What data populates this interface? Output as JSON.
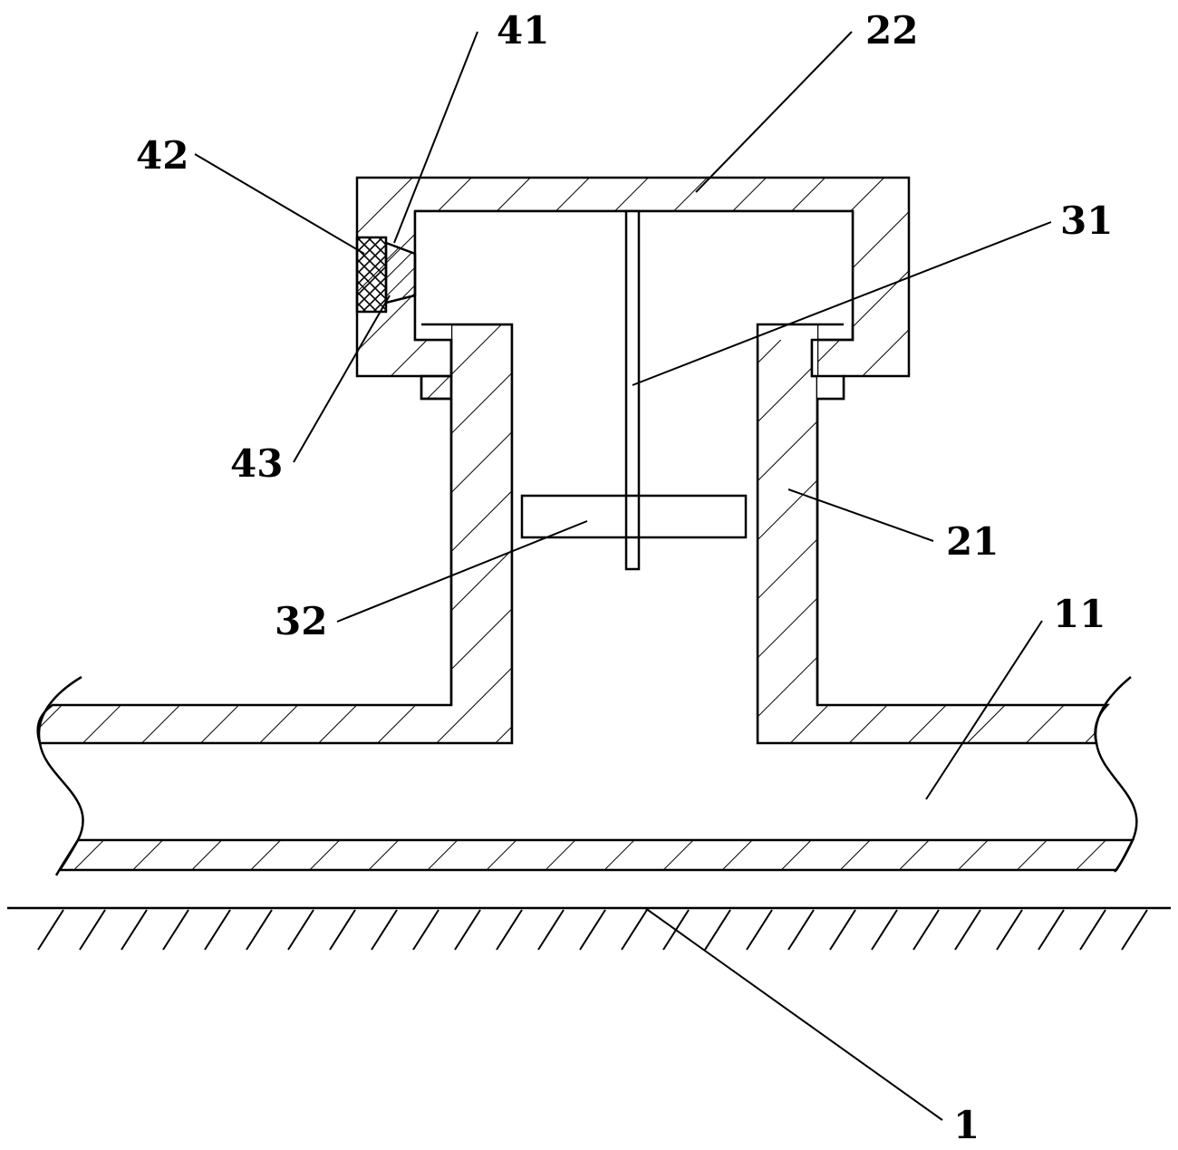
{
  "labels": {
    "l1": "1",
    "l11": "11",
    "l21": "21",
    "l22": "22",
    "l31": "31",
    "l32": "32",
    "l41": "41",
    "l42": "42",
    "l43": "43"
  },
  "colors": {
    "line": "#000000",
    "background": "#ffffff"
  }
}
